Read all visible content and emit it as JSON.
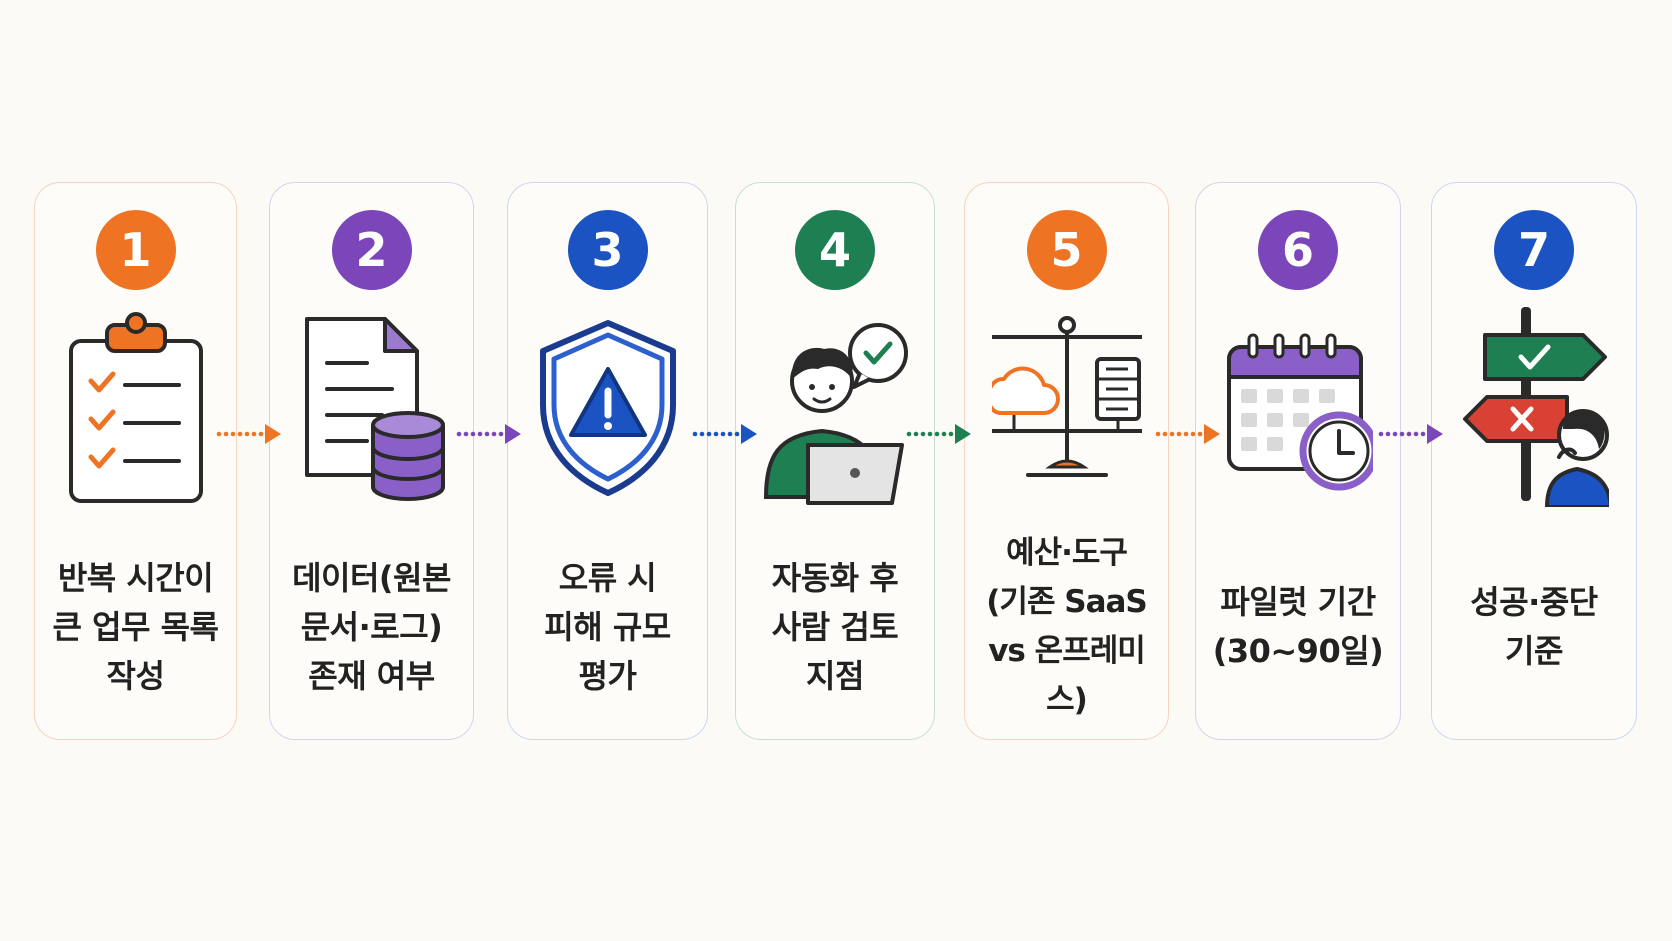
{
  "steps": [
    {
      "number": "1",
      "label": "반복 시간이\n큰 업무 목록\n작성",
      "color": "#ee7424",
      "border": "#f6d3c2",
      "icon": "clipboard-checklist-icon"
    },
    {
      "number": "2",
      "label": "데이터(원본\n문서·로그)\n존재 여부",
      "color": "#7a46b9",
      "border": "#ddd0ee",
      "icon": "document-database-icon"
    },
    {
      "number": "3",
      "label": "오류 시\n피해 규모\n평가",
      "color": "#1b53c2",
      "border": "#c9d8f3",
      "icon": "shield-warning-icon"
    },
    {
      "number": "4",
      "label": "자동화 후\n사람 검토\n지점",
      "color": "#1d7f52",
      "border": "#c5e1d3",
      "icon": "person-laptop-check-icon"
    },
    {
      "number": "5",
      "label": "예산·도구\n(기존 SaaS\nvs 온프레미스)",
      "color": "#ee7424",
      "border": "#f6d3c2",
      "icon": "balance-cloud-server-icon"
    },
    {
      "number": "6",
      "label": "파일럿 기간\n(30~90일)",
      "color": "#7a46b9",
      "border": "#ddd0ee",
      "icon": "calendar-clock-icon"
    },
    {
      "number": "7",
      "label": "성공·중단\n기준",
      "color": "#1b53c2",
      "border": "#c9d8f3",
      "icon": "signpost-decision-icon"
    }
  ],
  "arrows": [
    {
      "color": "#ee7424"
    },
    {
      "color": "#7a46b9"
    },
    {
      "color": "#1b53c2"
    },
    {
      "color": "#1d7f52"
    },
    {
      "color": "#ee7424"
    },
    {
      "color": "#7a46b9"
    }
  ]
}
